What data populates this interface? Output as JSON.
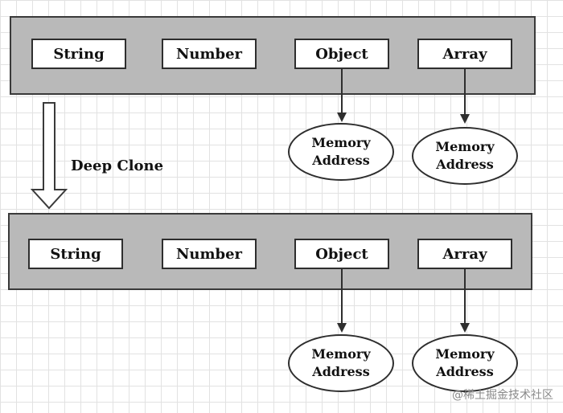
{
  "top_row": {
    "boxes": [
      "String",
      "Number",
      "Object",
      "Array"
    ],
    "memory_nodes": [
      {
        "line1": "Memory",
        "line2": "Address"
      },
      {
        "line1": "Memory",
        "line2": "Address"
      }
    ]
  },
  "bottom_row": {
    "boxes": [
      "String",
      "Number",
      "Object",
      "Array"
    ],
    "memory_nodes": [
      {
        "line1": "Memory",
        "line2": "Address"
      },
      {
        "line1": "Memory",
        "line2": "Address"
      }
    ]
  },
  "clone_label": "Deep Clone",
  "watermark": "@稀土掘金技术社区"
}
